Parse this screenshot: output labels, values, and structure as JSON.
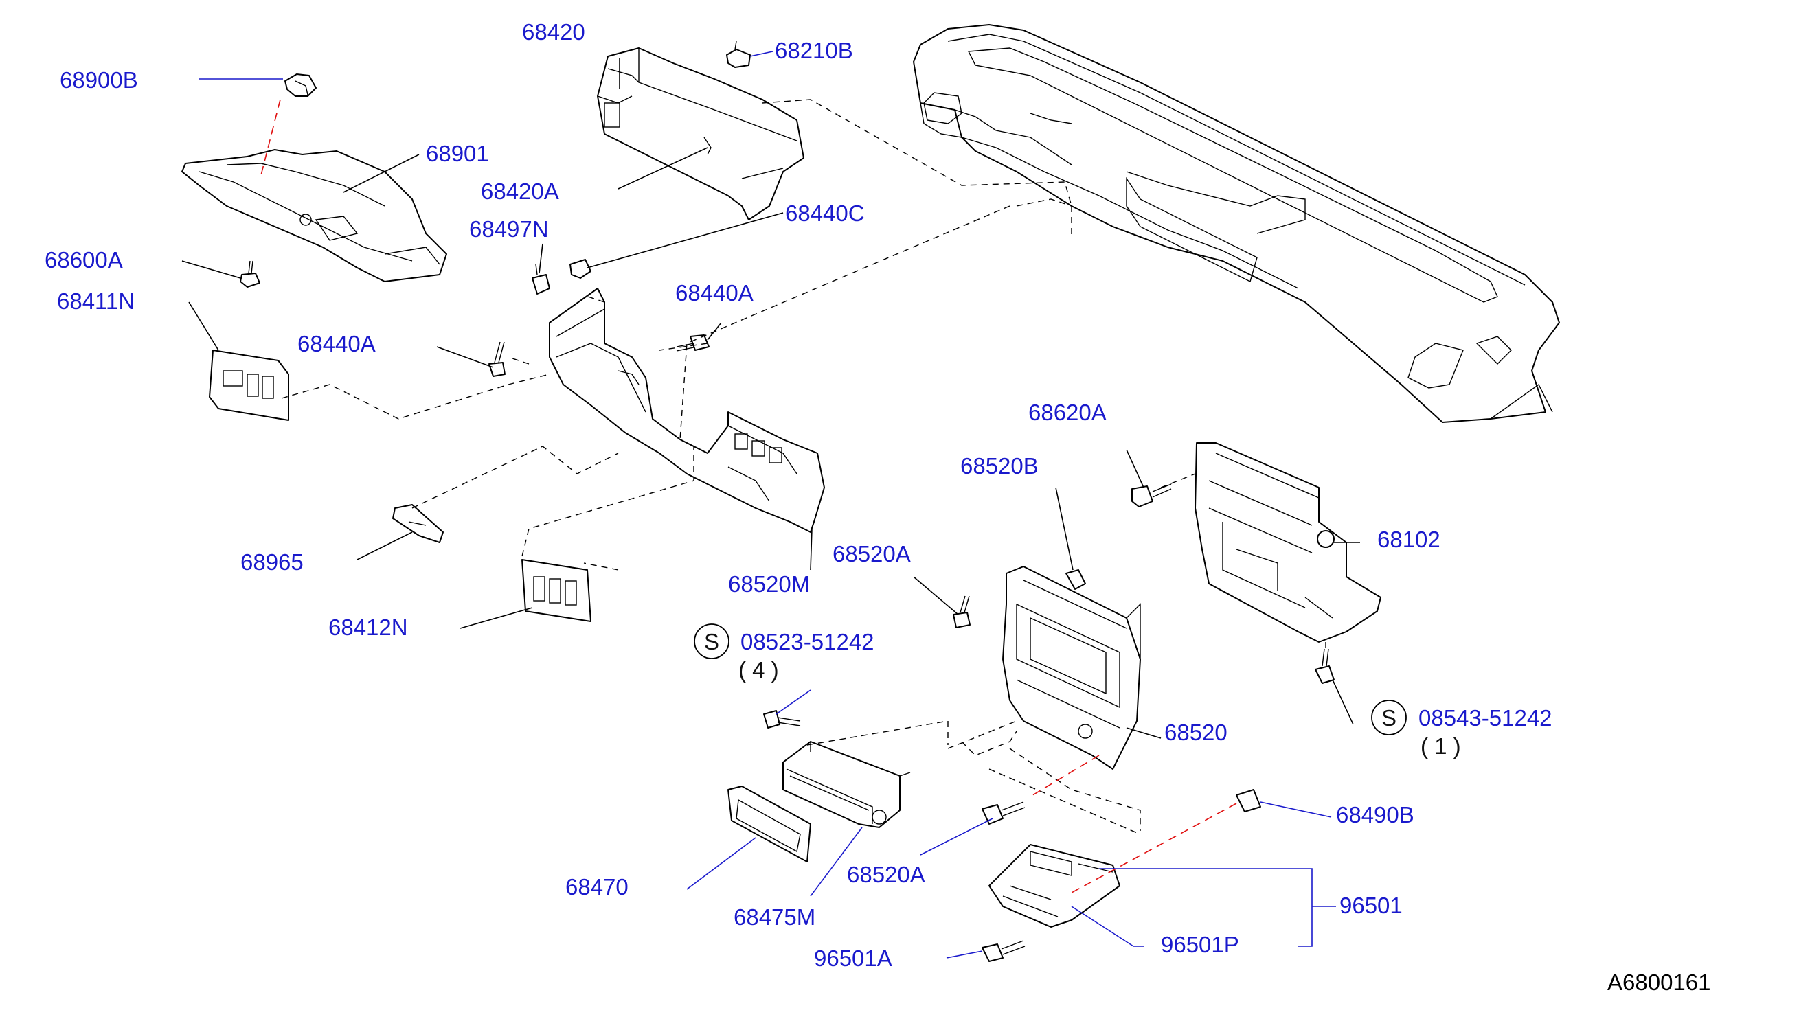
{
  "diagram": {
    "reference_code": "A6800161",
    "labels": {
      "p68900B": "68900B",
      "p68420": "68420",
      "p68210B": "68210B",
      "p68901": "68901",
      "p68420A": "68420A",
      "p68440C": "68440C",
      "p68497N": "68497N",
      "p68600A": "68600A",
      "p68411N": "68411N",
      "p68440A_right": "68440A",
      "p68440A_left": "68440A",
      "p68965": "68965",
      "p68520M": "68520M",
      "p68412N": "68412N",
      "p68620A": "68620A",
      "p68520B": "68520B",
      "p68102": "68102",
      "p68520A_top": "68520A",
      "p08523": "08523-51242",
      "p08523_qty": "( 4 )",
      "p08543": "08543-51242",
      "p08543_qty": "( 1 )",
      "p68520": "68520",
      "p68490B": "68490B",
      "p68470": "68470",
      "p68475M": "68475M",
      "p68520A_bottom": "68520A",
      "p96501": "96501",
      "p96501P": "96501P",
      "p96501A": "96501A",
      "screw_symbol": "S"
    },
    "colors": {
      "label": "#1a1acc",
      "line": "#000000",
      "red_dash": "#e01010"
    }
  }
}
